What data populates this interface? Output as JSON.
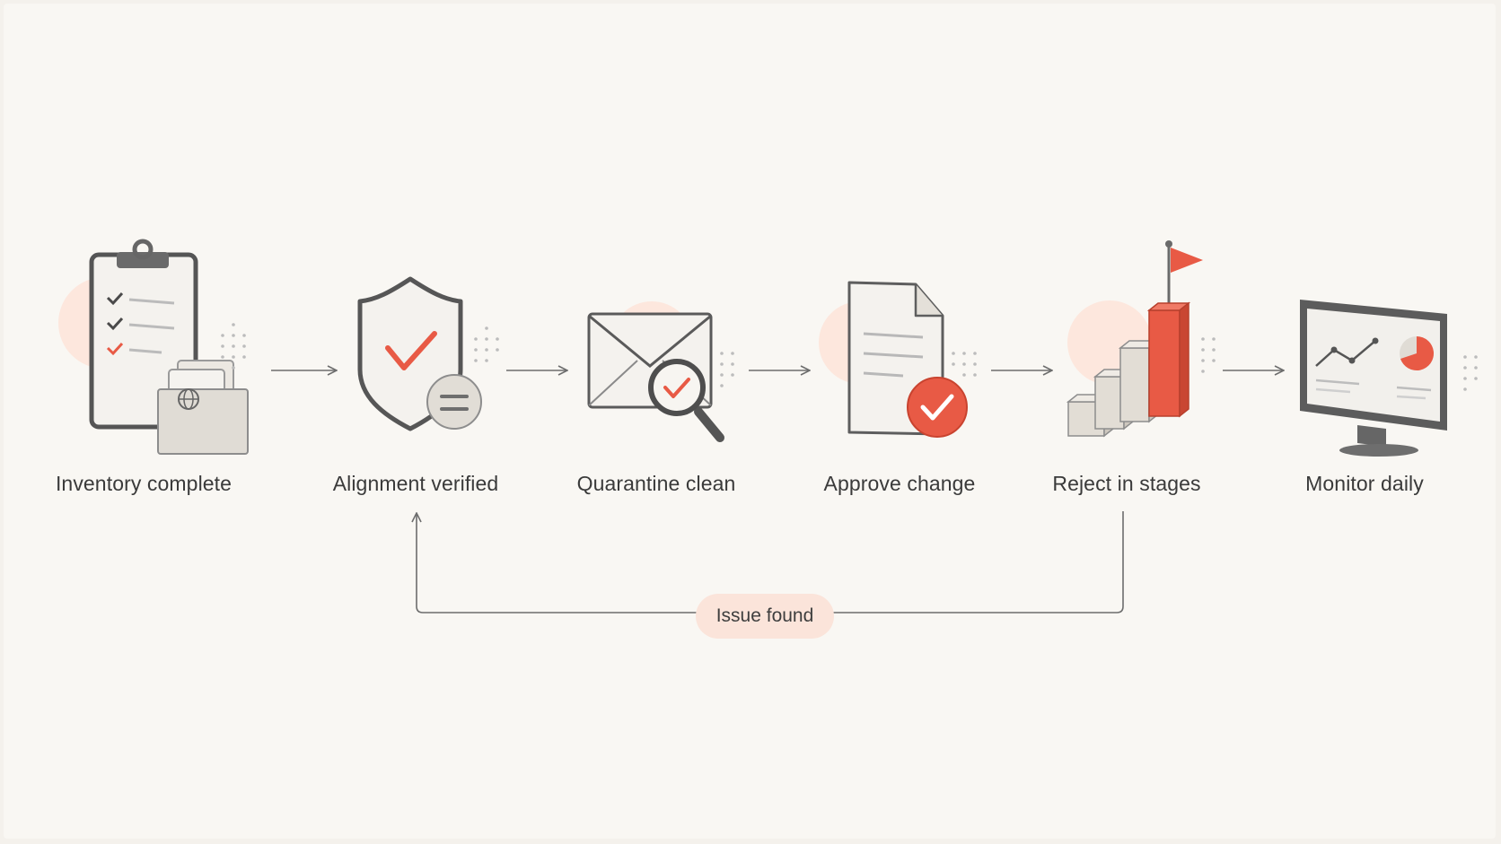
{
  "steps": [
    {
      "label": "Inventory complete",
      "icon": "clipboard-checklist-icon"
    },
    {
      "label": "Alignment verified",
      "icon": "shield-check-icon"
    },
    {
      "label": "Quarantine clean",
      "icon": "envelope-magnifier-icon"
    },
    {
      "label": "Approve change",
      "icon": "document-approved-icon"
    },
    {
      "label": "Reject in stages",
      "icon": "staged-bars-flag-icon"
    },
    {
      "label": "Monitor daily",
      "icon": "monitor-dashboard-icon"
    }
  ],
  "feedback_loop": {
    "label": "Issue found"
  },
  "colors": {
    "accent": "#e85a45",
    "accent_soft": "#fbe4da",
    "outline": "#5a5a5a",
    "background": "#f9f7f3"
  }
}
